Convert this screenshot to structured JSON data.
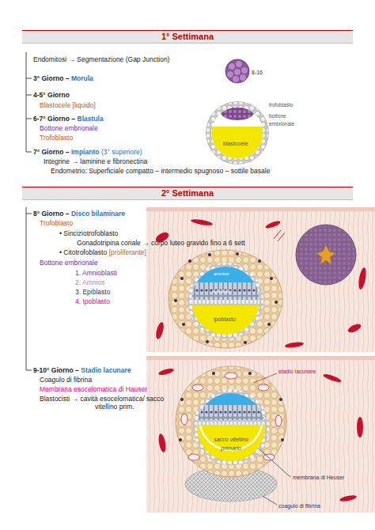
{
  "diagram": {
    "nodes": [
      {
        "text": [
          "1° Settimana"
        ]
      },
      {
        "text": [
          "2° Settimana"
        ]
      }
    ],
    "labels": [
      "Endomitosi → Segmentazione (Gap Junction)",
      "3° Giorno –",
      "Morula",
      "8-16",
      "4-5° Giorno",
      "Blastocele [liquido]",
      "trofoblasto",
      "bottone embrionale",
      "blastocele",
      "6-7° Giorno –",
      "Blastula",
      "Bottone embrionale",
      "Trofoblasto",
      "7° Giorno –",
      "Impianto",
      "(3° superiore)",
      "Integrine → laminine e fibronectina",
      "Endometrio: Superficiale compatto – intermedio spugnoso – sottile basale",
      "8° Giorno –",
      "Disco bilaminare",
      "Trofoblasto",
      "• Sinciziotrofoblasto",
      "Gonadotripina coriale → corpo luteo gravido fino a 6 sett",
      "• Citotrofoblasto",
      "[proliferante]",
      "Bottone embrionale",
      "1. Amnioblasti",
      "2. Amnios",
      "3. Epiblasto",
      "4. Ipoblasto",
      "amnios",
      "epiblasto",
      "ipoblasto",
      "9-10° Giorno –",
      "Stadio lacunare",
      "Coagulo di fibrina",
      "Membrana esocelomatica di Hauser",
      "Blastocisti → cavità esocelomatica/ sacco vitellino prim.",
      "stadio lacunare",
      "sacco vitellino primario",
      "membrana di Heuser",
      "coagulo di fibrina"
    ]
  }
}
